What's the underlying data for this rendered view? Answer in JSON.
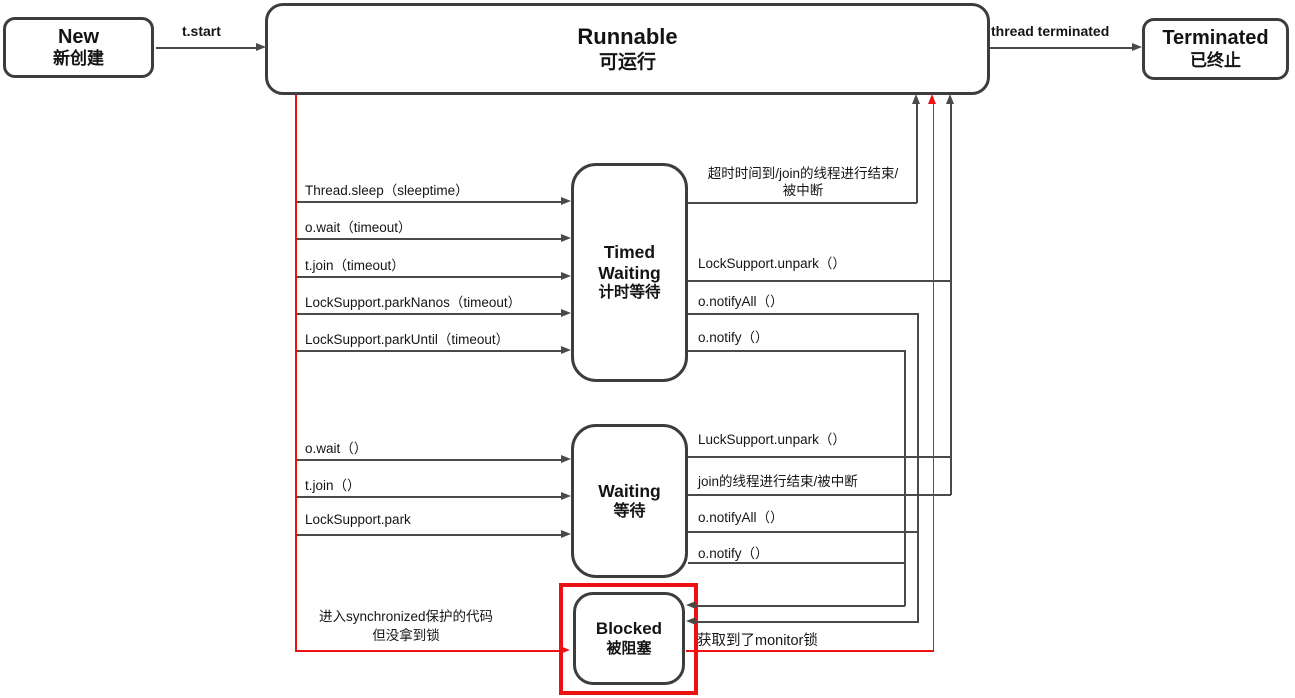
{
  "colors": {
    "box-border": "#3d3d3d",
    "line": "#4a4a4a",
    "red": "#ee1111",
    "text": "#141414"
  },
  "states": {
    "new": {
      "title": "New",
      "subtitle": "新创建"
    },
    "runnable": {
      "title": "Runnable",
      "subtitle": "可运行"
    },
    "terminated": {
      "title": "Terminated",
      "subtitle": "已终止"
    },
    "timed_waiting": {
      "title1": "Timed",
      "title2": "Waiting",
      "subtitle": "计时等待"
    },
    "waiting": {
      "title": "Waiting",
      "subtitle": "等待"
    },
    "blocked": {
      "title": "Blocked",
      "subtitle": "被阻塞"
    }
  },
  "transitions": {
    "t_start": "t.start",
    "thread_terminated": "thread terminated",
    "runnable_to_timed_waiting": [
      "Thread.sleep（sleeptime）",
      "o.wait（timeout）",
      "t.join（timeout）",
      "LockSupport.parkNanos（timeout）",
      "LockSupport.parkUntil（timeout）"
    ],
    "runnable_to_waiting": [
      "o.wait（）",
      "t.join（）",
      "LockSupport.park"
    ],
    "timed_waiting_to_runnable_timeout_line1": "超时时间到/join的线程进行结束/",
    "timed_waiting_to_runnable_timeout_line2": "被中断",
    "timed_waiting_to_runnable_unpark": "LockSupport.unpark（）",
    "timed_waiting_to_blocked_notifyall": "o.notifyAll（）",
    "timed_waiting_to_blocked_notify": "o.notify（）",
    "waiting_to_runnable_unpark": "LuckSupport.unpark（）",
    "waiting_to_runnable_join": "join的线程进行结束/被中断",
    "waiting_to_blocked_notifyall": "o.notifyAll（）",
    "waiting_to_blocked_notify": "o.notify（）",
    "runnable_to_blocked_line1": "进入synchronized保护的代码",
    "runnable_to_blocked_line2": "但没拿到锁",
    "blocked_to_runnable": "获取到了monitor锁"
  }
}
